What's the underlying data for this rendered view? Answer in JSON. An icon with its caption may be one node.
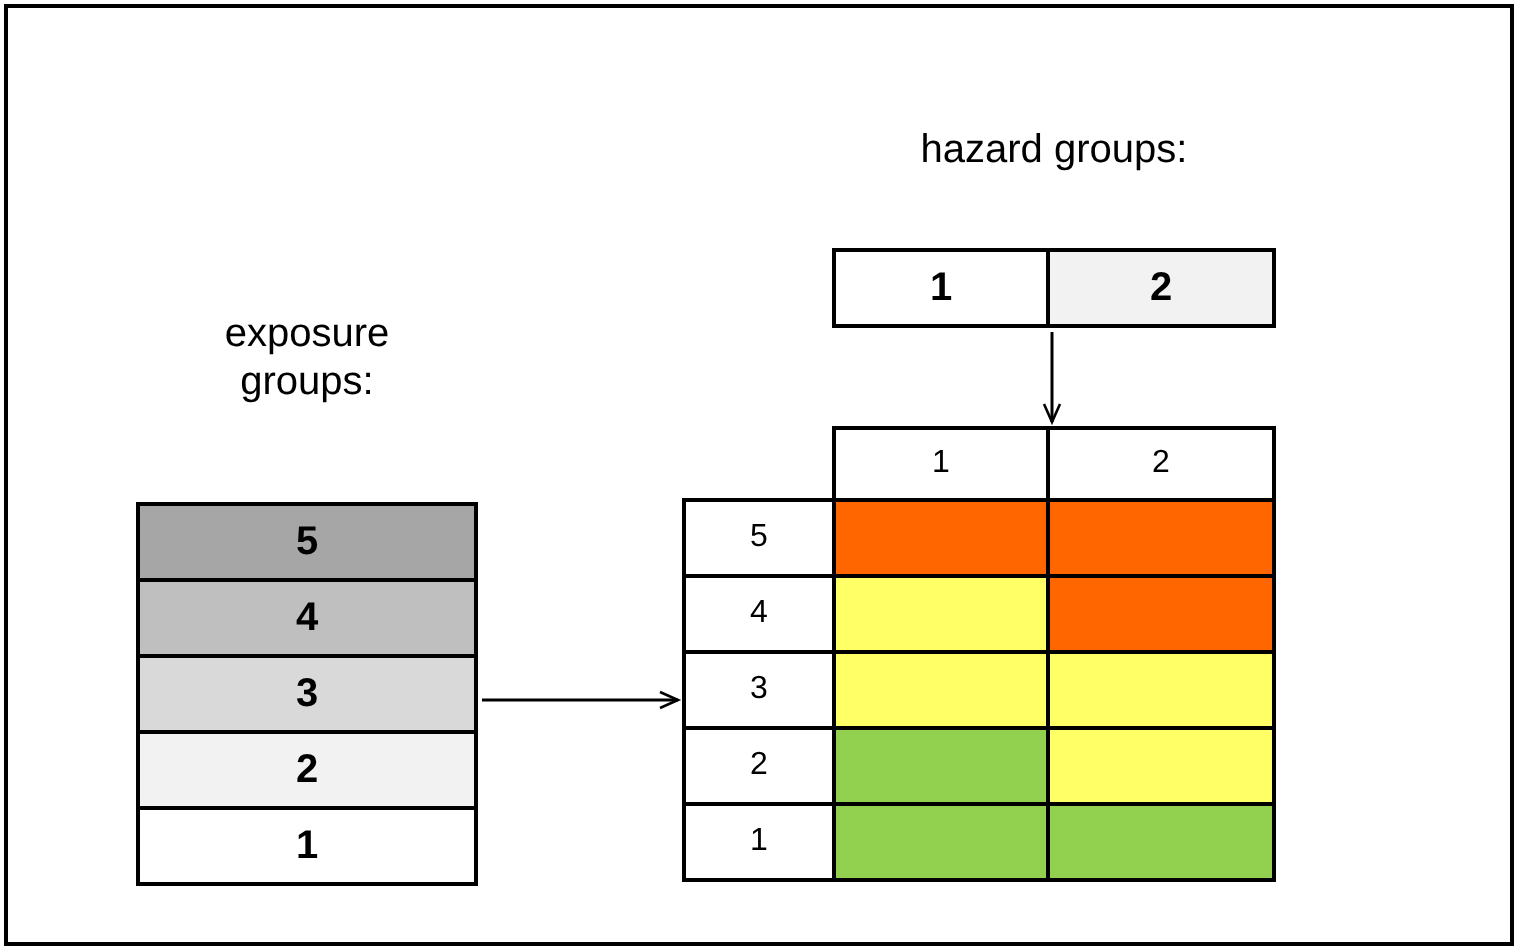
{
  "diagram": {
    "nodes": [
      {
        "text": [
          "exposure groups:"
        ]
      },
      {
        "text": [
          "5"
        ],
        "in": 0
      },
      {
        "text": [
          "4"
        ],
        "in": 0
      },
      {
        "text": [
          "3"
        ],
        "in": 0
      },
      {
        "text": [
          "2"
        ],
        "in": 0
      },
      {
        "text": [
          "1"
        ],
        "in": 0
      },
      {
        "text": [
          "hazard groups:"
        ]
      },
      {
        "text": [
          "1"
        ],
        "in": 6
      },
      {
        "text": [
          "2"
        ],
        "in": 6
      },
      {
        "text": [],
        "shape": "box"
      }
    ],
    "edges": [
      {
        "from": 0,
        "to": 9,
        "arrow": "to"
      },
      {
        "from": 6,
        "to": 9,
        "arrow": "to"
      }
    ],
    "labels": [
      "1",
      "2",
      "5",
      "4",
      "3",
      "2",
      "1"
    ]
  }
}
